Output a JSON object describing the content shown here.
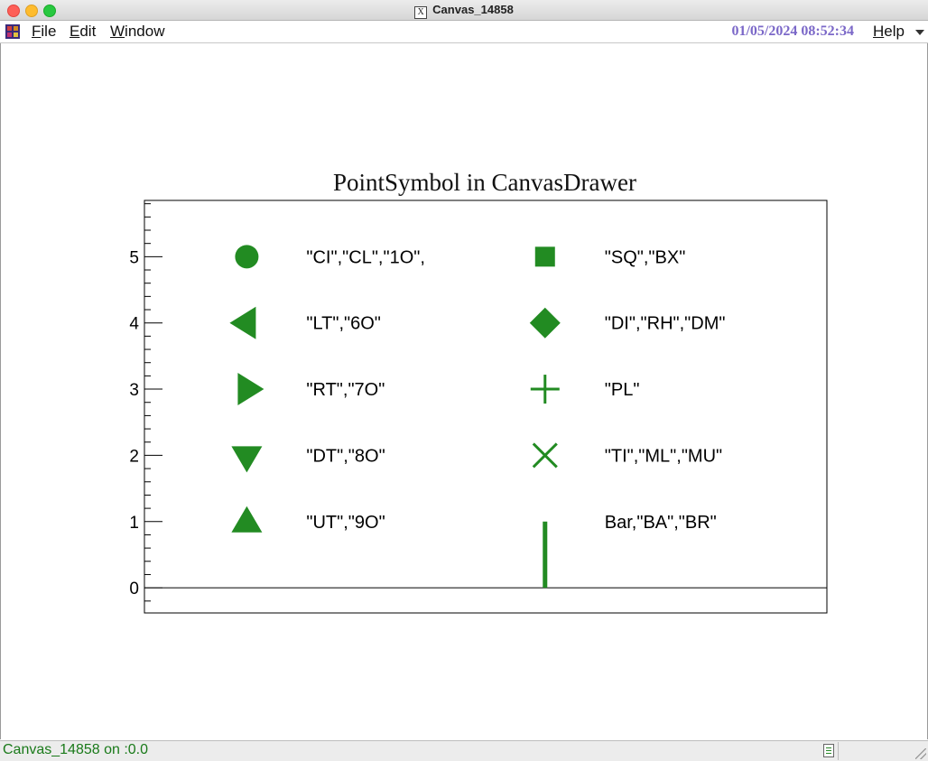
{
  "window": {
    "title": "Canvas_14858",
    "x_icon": "X"
  },
  "menubar": {
    "app_icon": "root-app-icon",
    "items": [
      {
        "label_ul": "F",
        "label_rest": "ile"
      },
      {
        "label_ul": "E",
        "label_rest": "dit"
      },
      {
        "label_ul": "W",
        "label_rest": "indow"
      }
    ],
    "datetime": "01/05/2024 08:52:34",
    "help": {
      "label_ul": "H",
      "label_rest": "elp"
    }
  },
  "colors": {
    "symbol": "#228b22",
    "datetime": "#7b68c8",
    "status_text": "#1a7a1a"
  },
  "chart_data": {
    "type": "scatter",
    "title": "PointSymbol in CanvasDrawer",
    "xlabel": "",
    "ylabel": "",
    "ylim": [
      -0.38,
      5.85
    ],
    "xlim": [
      0,
      10
    ],
    "y_ticks": [
      "0",
      "1",
      "2",
      "3",
      "4",
      "5"
    ],
    "grid": false,
    "baseline_y": 0,
    "points": [
      {
        "shape": "circle",
        "x": 1.5,
        "y": 5,
        "label": "\"CI\",\"CL\",\"1O\","
      },
      {
        "shape": "triangle-left",
        "x": 1.5,
        "y": 4,
        "label": "\"LT\",\"6O\""
      },
      {
        "shape": "triangle-right",
        "x": 1.5,
        "y": 3,
        "label": "\"RT\",\"7O\""
      },
      {
        "shape": "triangle-down",
        "x": 1.5,
        "y": 2,
        "label": "\"DT\",\"8O\""
      },
      {
        "shape": "triangle-up",
        "x": 1.5,
        "y": 1,
        "label": "\"UT\",\"9O\""
      },
      {
        "shape": "square",
        "x": 5.87,
        "y": 5,
        "label": "\"SQ\",\"BX\""
      },
      {
        "shape": "diamond",
        "x": 5.87,
        "y": 4,
        "label": "\"DI\",\"RH\",\"DM\""
      },
      {
        "shape": "plus",
        "x": 5.87,
        "y": 3,
        "label": "\"PL\""
      },
      {
        "shape": "cross",
        "x": 5.87,
        "y": 2,
        "label": "\"TI\",\"ML\",\"MU\""
      },
      {
        "shape": "bar",
        "x": 5.87,
        "y": 1,
        "label": "Bar,\"BA\",\"BR\""
      }
    ]
  },
  "statusbar": {
    "text": "Canvas_14858 on :0.0"
  }
}
